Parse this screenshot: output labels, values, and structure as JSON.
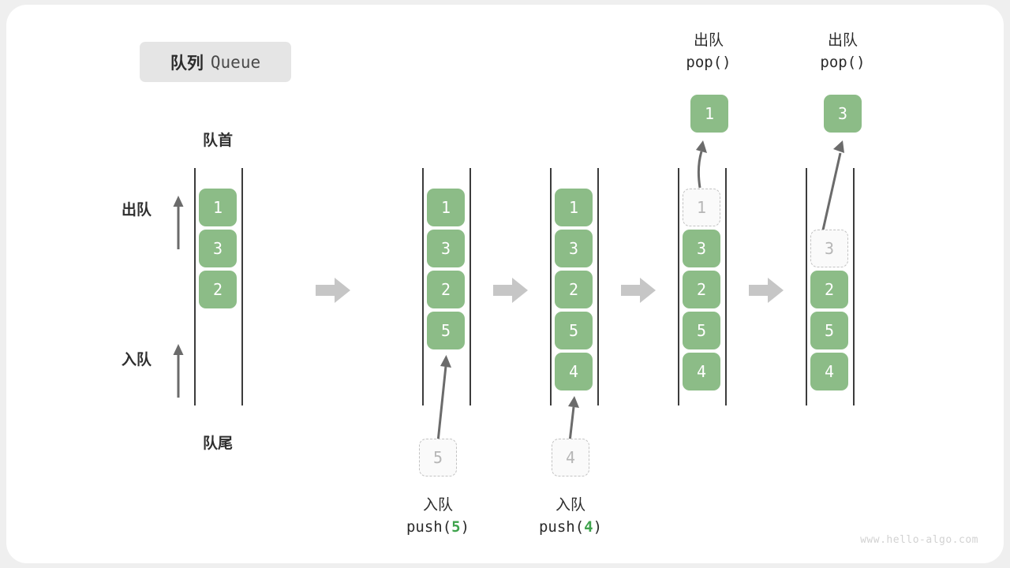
{
  "title": {
    "cn": "队列",
    "en": "Queue"
  },
  "labels": {
    "front": "队首",
    "rear": "队尾",
    "dequeue": "出队",
    "enqueue": "入队"
  },
  "colors": {
    "cell_fill": "#8cbc87",
    "cell_text": "#ffffff",
    "ghost_fill": "#fafafa",
    "ghost_border": "#c3c3c3",
    "ghost_text": "#b6b6b6",
    "rail": "#3c3c3c",
    "arrow": "#666666",
    "step_arrow": "#c6c6c6",
    "badge_bg": "#e5e5e5",
    "code_accent": "#3fa34d",
    "card_bg": "#ffffff",
    "page_bg": "#efefef"
  },
  "columns": [
    {
      "id": "col1",
      "cells": [
        "1",
        "3",
        "2"
      ],
      "ghost_index": null,
      "ghost_value": null
    },
    {
      "id": "col2",
      "cells": [
        "1",
        "3",
        "2",
        "5"
      ],
      "ghost_index": null,
      "ghost_value": null
    },
    {
      "id": "col3",
      "cells": [
        "1",
        "3",
        "2",
        "5",
        "4"
      ],
      "ghost_index": null,
      "ghost_value": null
    },
    {
      "id": "col4",
      "cells": [
        "3",
        "2",
        "5",
        "4"
      ],
      "ghost_index": 0,
      "ghost_value": "1"
    },
    {
      "id": "col5",
      "cells": [
        "2",
        "5",
        "4"
      ],
      "ghost_index": 1,
      "ghost_value": "3"
    }
  ],
  "operations": {
    "push5": {
      "cn": "入队",
      "code_prefix": "push(",
      "code_value": "5",
      "code_suffix": ")",
      "ghost_value": "5"
    },
    "push4": {
      "cn": "入队",
      "code_prefix": "push(",
      "code_value": "4",
      "code_suffix": ")",
      "ghost_value": "4"
    },
    "pop1": {
      "cn": "出队",
      "code": "pop()",
      "value": "1"
    },
    "pop2": {
      "cn": "出队",
      "code": "pop()",
      "value": "3"
    }
  },
  "watermark": "www.hello-algo.com"
}
